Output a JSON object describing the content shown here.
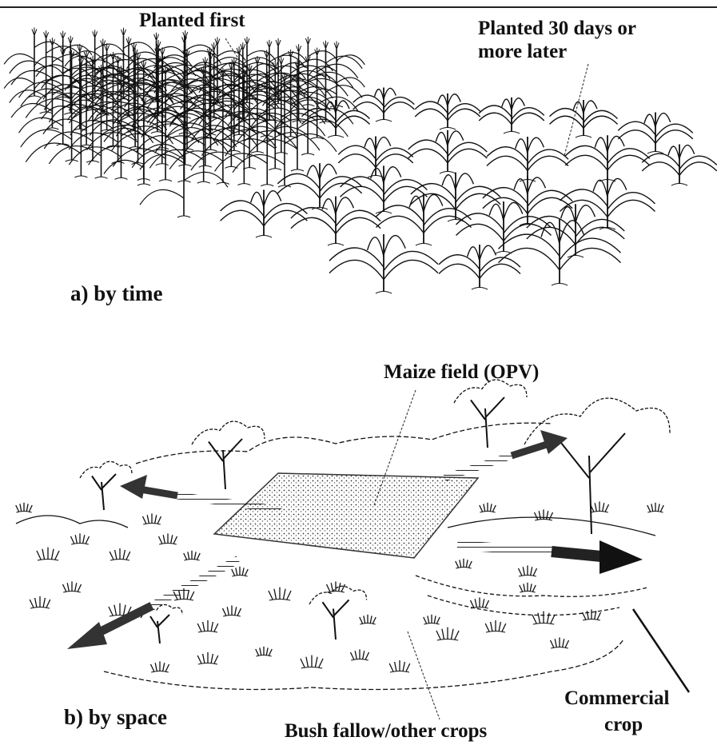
{
  "panel_a": {
    "heading": "a)  by time",
    "label_first": "Planted first",
    "label_later_line1": "Planted 30 days or",
    "label_later_line2": "more later"
  },
  "panel_b": {
    "heading": "b)  by space",
    "label_field": "Maize field (OPV)",
    "label_commercial_line1": "Commercial",
    "label_commercial_line2": "crop",
    "label_bush": "Bush fallow/other crops"
  },
  "colors": {
    "ink": "#111111",
    "arrow": "#333333",
    "paper": "#ffffff"
  }
}
